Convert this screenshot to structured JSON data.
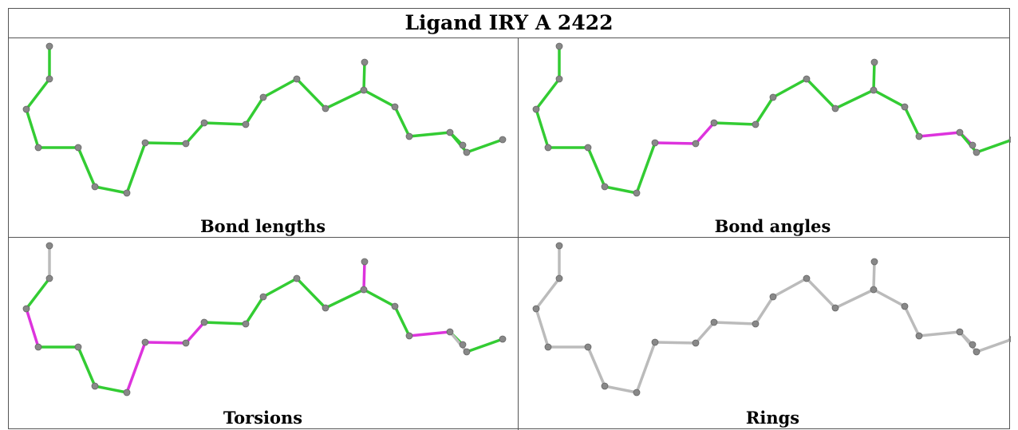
{
  "title": "Ligand IRY A 2422",
  "panels": [
    {
      "caption": "Bond lengths",
      "pink_bonds": [],
      "gray": false
    },
    {
      "caption": "Bond angles",
      "pink_bonds": [
        7,
        8,
        17,
        18
      ],
      "gray": false
    },
    {
      "caption": "Torsions",
      "pink_bonds": [
        2,
        6,
        7,
        8,
        14,
        17
      ],
      "gray": false,
      "gray_bonds": [
        0,
        19
      ]
    },
    {
      "caption": "Rings",
      "pink_bonds": [],
      "gray": true
    }
  ],
  "colors": {
    "green": "#33cc33",
    "pink": "#dd33dd",
    "gray": "#bbbbbb",
    "atom": "#888888"
  }
}
